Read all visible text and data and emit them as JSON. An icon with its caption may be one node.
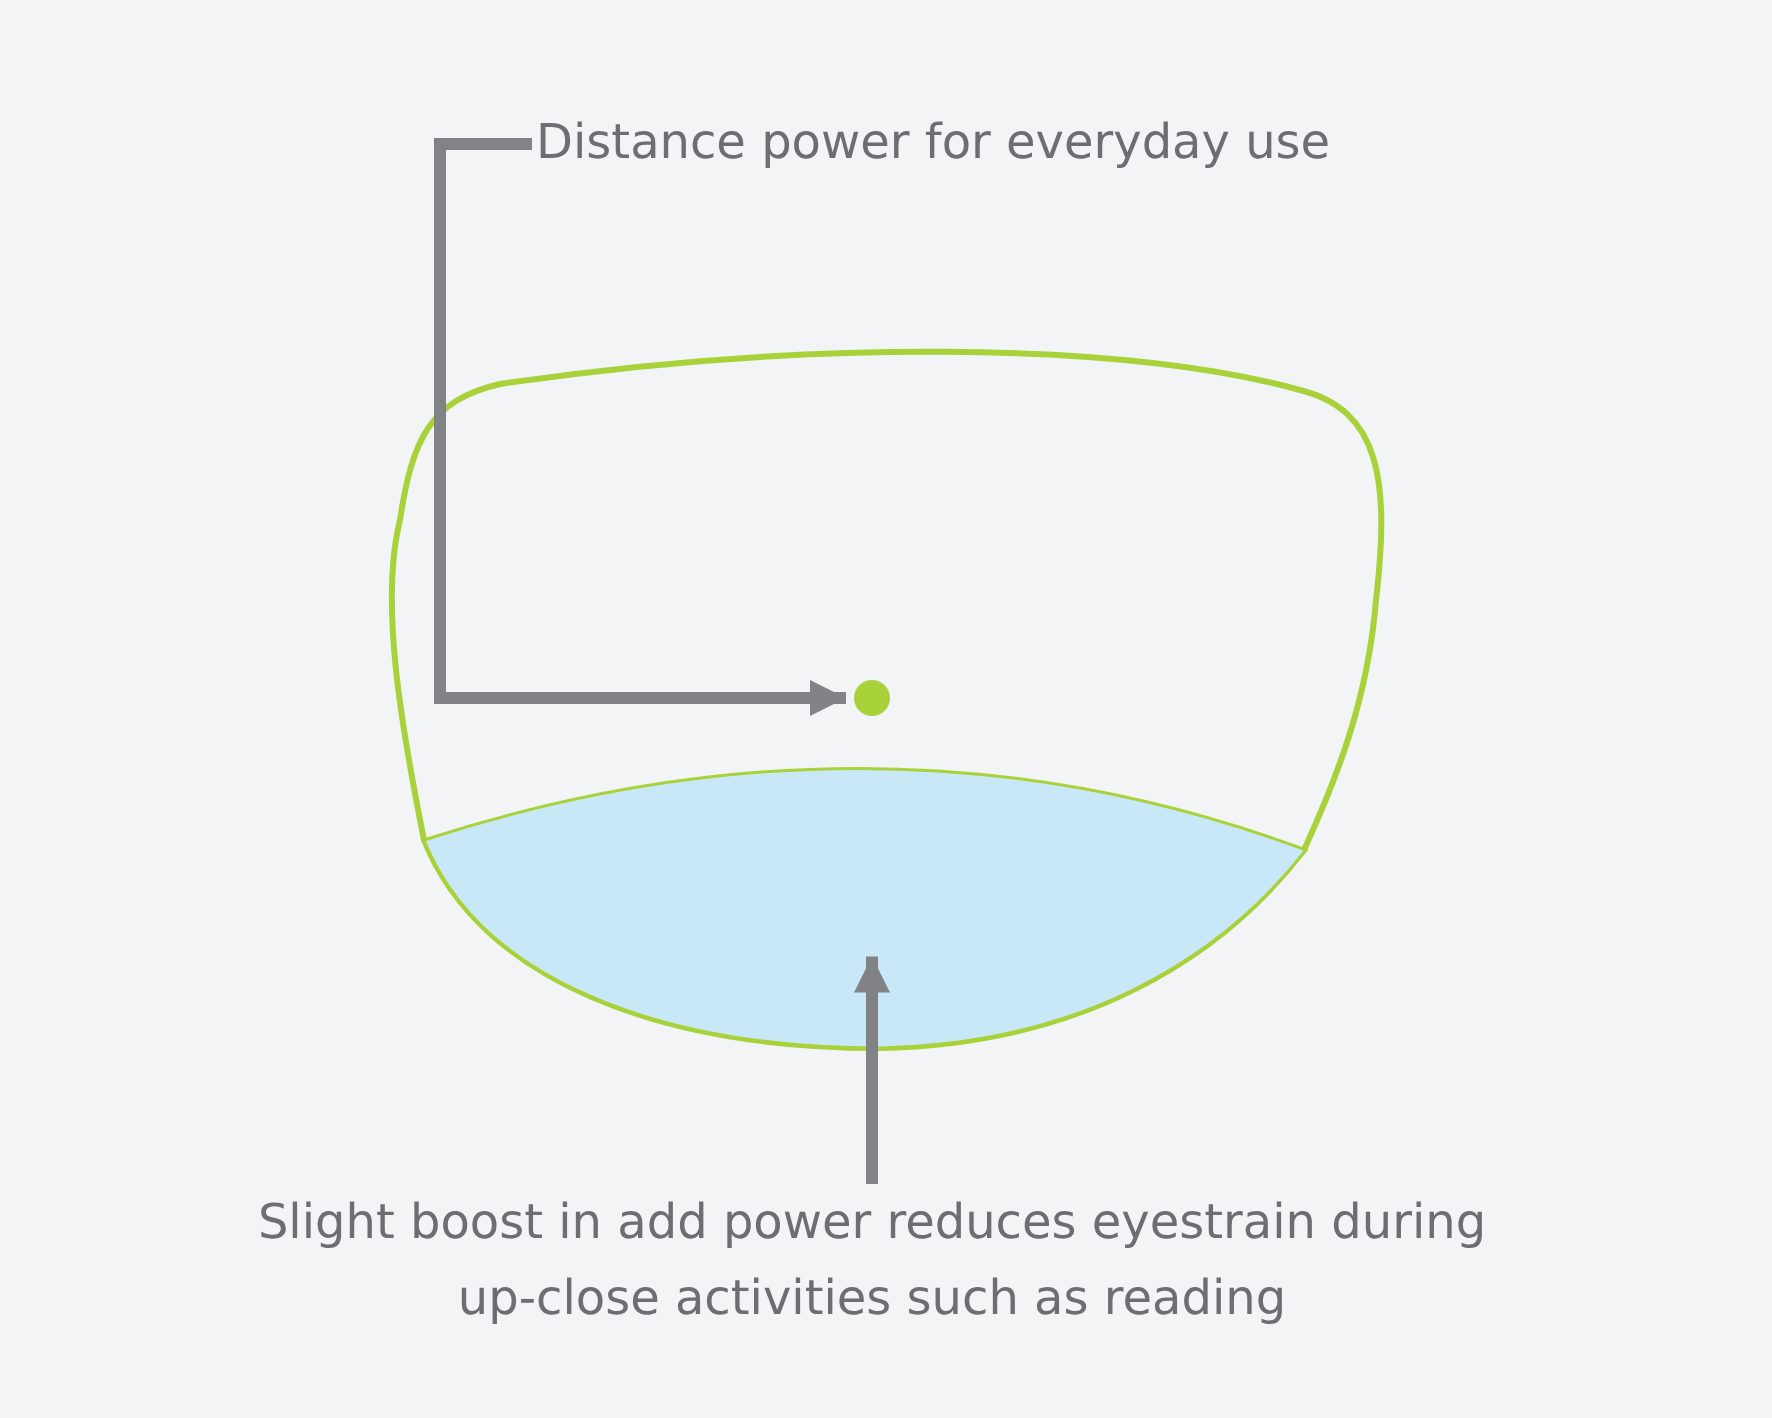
{
  "diagram": {
    "nodes": [
      {
        "text": [
          "Distance power for everyday use"
        ]
      },
      {
        "text": [],
        "shape": "circle"
      },
      {
        "text": [],
        "shape": "segment"
      },
      {
        "text": [
          "Slight boost in add power reduces eyestrain during up-close activities such as reading"
        ]
      }
    ],
    "edges": [
      {
        "from": 0,
        "to": 1,
        "arrow": "to"
      },
      {
        "from": 3,
        "to": 2,
        "arrow": "to"
      }
    ]
  }
}
